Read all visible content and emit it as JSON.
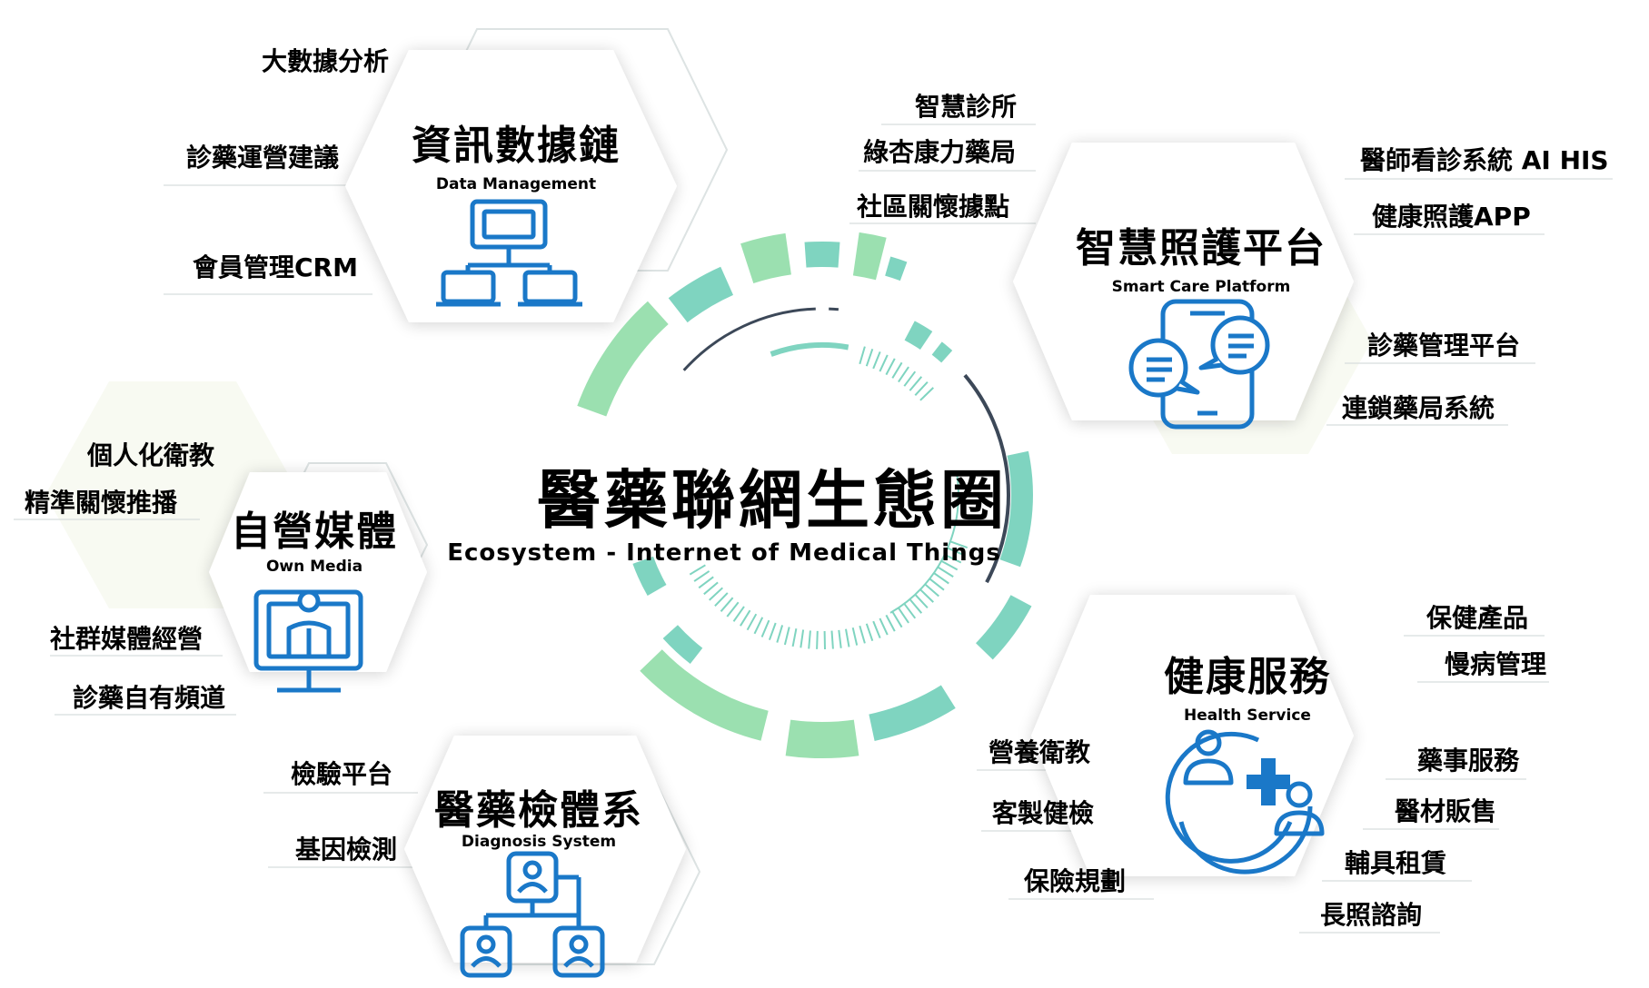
{
  "center": {
    "title": "醫藥聯網生態圈",
    "subtitle": "Ecosystem - Internet of Medical Things"
  },
  "categories": {
    "data": {
      "title": "資訊數據鏈",
      "subtitle": "Data Management",
      "icon": "network-computers-icon"
    },
    "care": {
      "title": "智慧照護平台",
      "subtitle": "Smart Care Platform",
      "icon": "smartphone-chat-icon"
    },
    "media": {
      "title": "自營媒體",
      "subtitle": "Own Media",
      "icon": "monitor-presenter-icon"
    },
    "health": {
      "title": "健康服務",
      "subtitle": "Health Service",
      "icon": "medical-cross-people-icon"
    },
    "diag": {
      "title": "醫藥檢體系",
      "subtitle": "Diagnosis System",
      "icon": "org-chart-people-icon"
    }
  },
  "items": {
    "data": [
      "大數據分析",
      "診藥運營建議",
      "會員管理CRM"
    ],
    "care_left": [
      "智慧診所",
      "綠杏康力藥局",
      "社區關懷據點"
    ],
    "care_right": [
      "醫師看診系統 AI HIS",
      "健康照護APP",
      "診藥管理平台",
      "連鎖藥局系統"
    ],
    "media": [
      "個人化衛教",
      "精準關懷推播",
      "社群媒體經營",
      "診藥自有頻道"
    ],
    "health_left": [
      "營養衛教",
      "客製健檢",
      "保險規劃"
    ],
    "health_right": [
      "保健產品",
      "慢病管理",
      "藥事服務",
      "醫材販售",
      "輔具租賃",
      "長照諮詢"
    ],
    "diag": [
      "檢驗平台",
      "基因檢測"
    ]
  },
  "colors": {
    "accent": "#2a9a86",
    "ring_teal": "#7fd4c0",
    "ring_green": "#9be0b0",
    "icon_blue": "#1a78c8",
    "dark_arc": "#3c4858"
  }
}
